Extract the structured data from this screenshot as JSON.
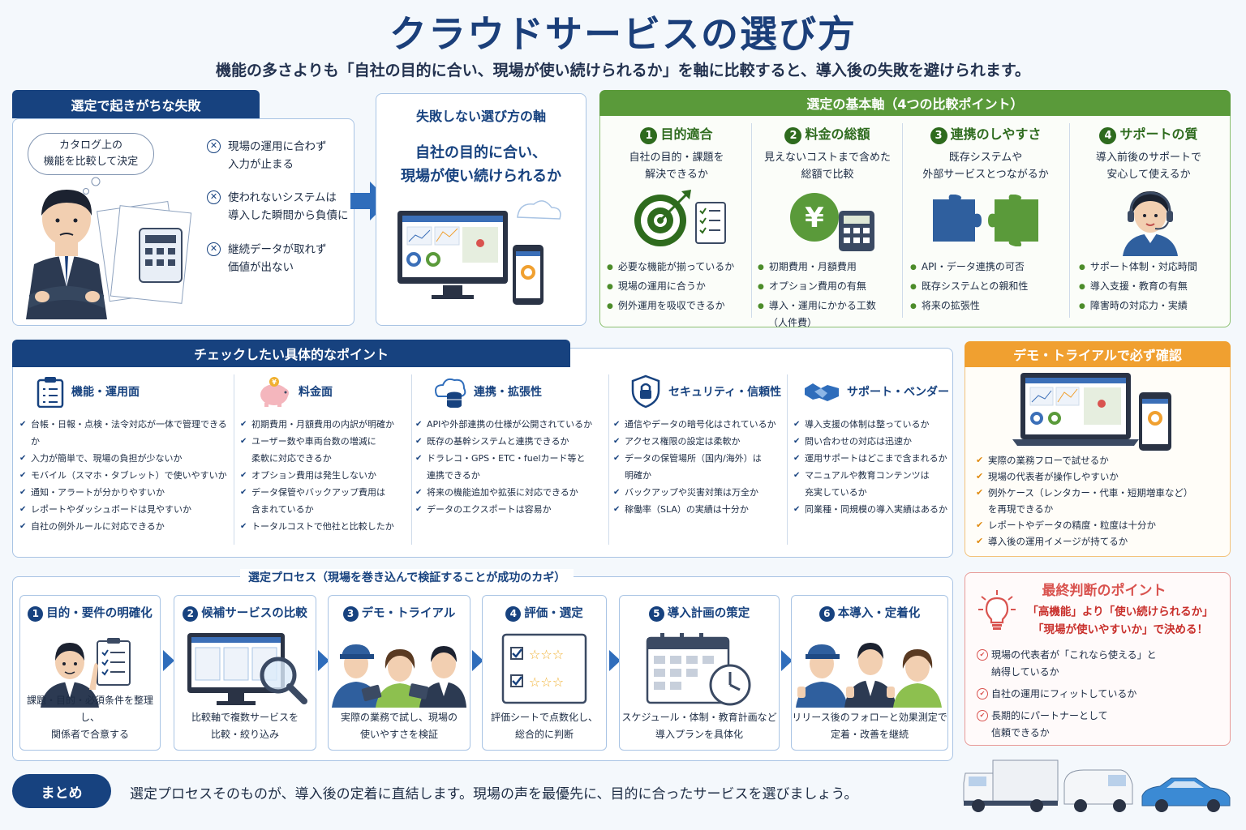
{
  "header": {
    "title": "クラウドサービスの選び方",
    "subtitle": "機能の多さよりも「自社の目的に合い、現場が使い続けられるか」を軸に比較すると、導入後の失敗を避けられます。"
  },
  "failures": {
    "tab": "選定で起きがちな失敗",
    "bubble": [
      "カタログ上の",
      "機能を比較して決定"
    ],
    "items": [
      [
        "現場の運用に合わず",
        "入力が止まる"
      ],
      [
        "使われないシステムは",
        "導入した瞬間から負債に"
      ],
      [
        "継続データが取れず",
        "価値が出ない"
      ]
    ]
  },
  "axis_core": {
    "title": "失敗しない選び方の軸",
    "lines": [
      "自社の目的に合い、",
      "現場が使い続けられるか"
    ]
  },
  "basic_axes": {
    "tab": "選定の基本軸（4つの比較ポイント）",
    "cards": [
      {
        "num": "1",
        "title": "目的適合",
        "desc": [
          "自社の目的・課題を",
          "解決できるか"
        ],
        "items": [
          "必要な機能が揃っているか",
          "現場の運用に合うか",
          "例外運用を吸収できるか"
        ]
      },
      {
        "num": "2",
        "title": "料金の総額",
        "desc": [
          "見えないコストまで含めた",
          "総額で比較"
        ],
        "items": [
          "初期費用・月額費用",
          "オプション費用の有無",
          "導入・運用にかかる工数",
          "（人件費）"
        ]
      },
      {
        "num": "3",
        "title": "連携のしやすさ",
        "desc": [
          "既存システムや",
          "外部サービスとつながるか"
        ],
        "items": [
          "API・データ連携の可否",
          "既存システムとの親和性",
          "将来の拡張性"
        ]
      },
      {
        "num": "4",
        "title": "サポートの質",
        "desc": [
          "導入前後のサポートで",
          "安心して使えるか"
        ],
        "items": [
          "サポート体制・対応時間",
          "導入支援・教育の有無",
          "障害時の対応力・実績"
        ]
      }
    ]
  },
  "check": {
    "tab": "チェックしたい具体的なポイント",
    "cols": [
      {
        "title": "機能・運用面",
        "items": [
          "台帳・日報・点検・法令対応が一体で管理できるか",
          "入力が簡単で、現場の負担が少ないか",
          "モバイル（スマホ・タブレット）で使いやすいか",
          "通知・アラートが分かりやすいか",
          "レポートやダッシュボードは見やすいか",
          "自社の例外ルールに対応できるか"
        ]
      },
      {
        "title": "料金面",
        "items": [
          "初期費用・月額費用の内訳が明確か",
          "ユーザー数や車両台数の増減に",
          "柔軟に対応できるか",
          "オプション費用は発生しないか",
          "データ保管やバックアップ費用は",
          "含まれているか",
          "トータルコストで他社と比較したか"
        ]
      },
      {
        "title": "連携・拡張性",
        "items": [
          "APIや外部連携の仕様が公開されているか",
          "既存の基幹システムと連携できるか",
          "ドラレコ・GPS・ETC・fuelカード等と",
          "連携できるか",
          "将来の機能追加や拡張に対応できるか",
          "データのエクスポートは容易か"
        ]
      },
      {
        "title": "セキュリティ・信頼性",
        "items": [
          "通信やデータの暗号化はされているか",
          "アクセス権限の設定は柔軟か",
          "データの保管場所（国内/海外）は",
          "明確か",
          "バックアップや災害対策は万全か",
          "稼働率（SLA）の実績は十分か"
        ]
      },
      {
        "title": "サポート・ベンダー",
        "items": [
          "導入支援の体制は整っているか",
          "問い合わせの対応は迅速か",
          "運用サポートはどこまで含まれるか",
          "マニュアルや教育コンテンツは",
          "充実しているか",
          "同業種・同規模の導入実績はあるか"
        ]
      }
    ]
  },
  "demo": {
    "tab": "デモ・トライアルで必ず確認",
    "items": [
      "実際の業務フローで試せるか",
      "現場の代表者が操作しやすいか",
      "例外ケース（レンタカー・代車・短期増車など）",
      "を再現できるか",
      "レポートやデータの精度・粒度は十分か",
      "導入後の運用イメージが持てるか"
    ]
  },
  "process": {
    "title": "選定プロセス（現場を巻き込んで検証することが成功のカギ）",
    "steps": [
      {
        "num": "1",
        "title": "目的・要件の明確化",
        "desc": [
          "課題・目的・必須条件を整理し、",
          "関係者で合意する"
        ]
      },
      {
        "num": "2",
        "title": "候補サービスの比較",
        "desc": [
          "比較軸で複数サービスを",
          "比較・絞り込み"
        ]
      },
      {
        "num": "3",
        "title": "デモ・トライアル",
        "desc": [
          "実際の業務で試し、現場の",
          "使いやすさを検証"
        ]
      },
      {
        "num": "4",
        "title": "評価・選定",
        "desc": [
          "評価シートで点数化し、",
          "総合的に判断"
        ]
      },
      {
        "num": "5",
        "title": "導入計画の策定",
        "desc": [
          "スケジュール・体制・教育計画など",
          "導入プランを具体化"
        ]
      },
      {
        "num": "6",
        "title": "本導入・定着化",
        "desc": [
          "リリース後のフォローと効果測定で",
          "定着・改善を継続"
        ]
      }
    ]
  },
  "final": {
    "title": "最終判断のポイント",
    "lead": [
      "「高機能」より「使い続けられるか」",
      "「現場が使いやすいか」で決める！"
    ],
    "items": [
      [
        "現場の代表者が「これなら使える」と",
        "納得しているか"
      ],
      [
        "自社の運用にフィットしているか"
      ],
      [
        "長期的にパートナーとして",
        "信頼できるか"
      ]
    ]
  },
  "summary": {
    "badge": "まとめ",
    "text": "選定プロセスそのものが、導入後の定着に直結します。現場の声を最優先に、目的に合ったサービスを選びましょう。"
  },
  "colors": {
    "navy": "#17427f",
    "green": "#5a9a3a",
    "orange": "#f0a030",
    "red": "#d9534f"
  }
}
